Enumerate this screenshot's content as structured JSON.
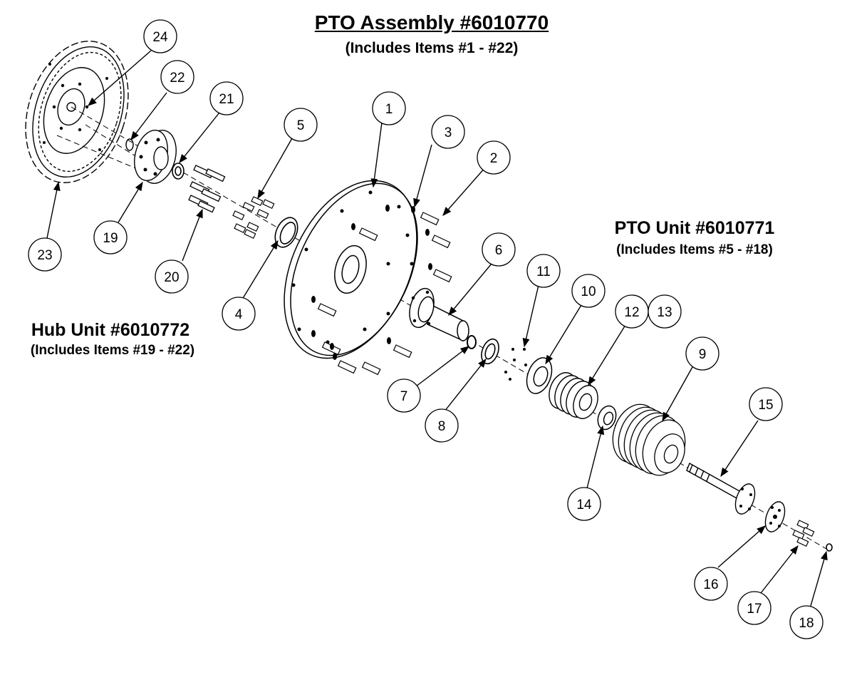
{
  "title": "PTO Assembly #6010770",
  "title_sub": "(Includes Items #1 - #22)",
  "pto_unit": {
    "title": "PTO Unit #6010771",
    "sub": "(Includes Items #5 - #18)"
  },
  "hub_unit": {
    "title": "Hub Unit #6010772",
    "sub": "(Includes Items #19 - #22)"
  },
  "callouts": [
    "1",
    "2",
    "3",
    "4",
    "5",
    "6",
    "7",
    "8",
    "9",
    "10",
    "11",
    "12",
    "13",
    "14",
    "15",
    "16",
    "17",
    "18",
    "19",
    "20",
    "21",
    "22",
    "23",
    "24"
  ]
}
